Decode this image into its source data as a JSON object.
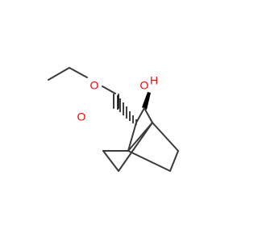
{
  "molecule": {
    "atoms": {
      "ester_oxygen": "O",
      "carbonyl_oxygen": "O",
      "hydroxyl_oxygen": "O",
      "hydroxyl_hydrogen": "H"
    },
    "colors": {
      "bond": "#3a3a3a",
      "oxygen": "#ff0000",
      "stereo_bond": "#000000"
    }
  }
}
